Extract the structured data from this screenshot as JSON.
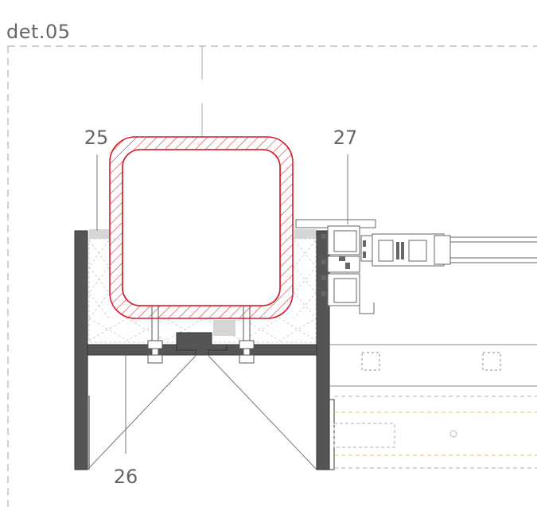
{
  "detail": {
    "title": "det.05"
  },
  "callouts": {
    "c25": "25",
    "c26": "26",
    "c27": "27"
  },
  "colors": {
    "steel_tube_outline": "#d61e2a",
    "dark_member": "#555555",
    "line_gray": "#777777",
    "dashed_gray": "#b0b0b0",
    "yellow_dash": "#e8c26a",
    "seal_gray": "#d6d6d6"
  }
}
